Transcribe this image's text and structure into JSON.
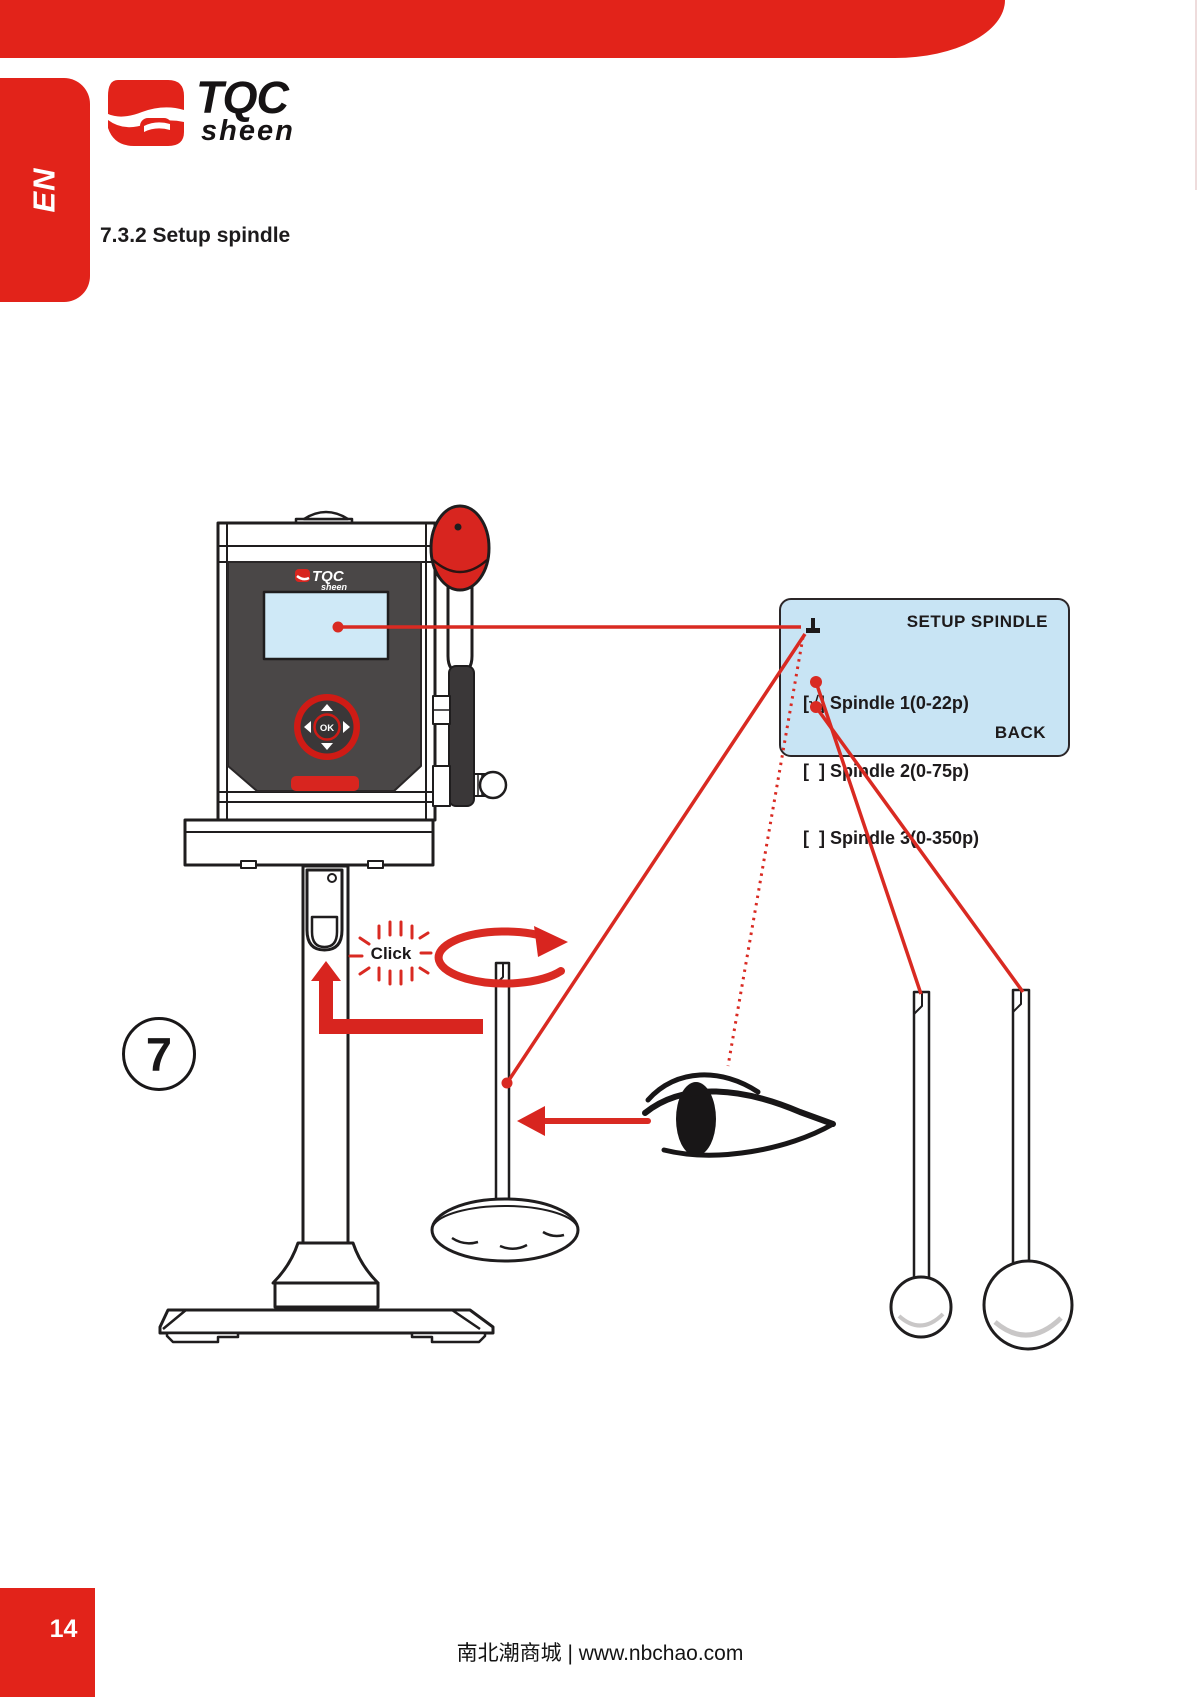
{
  "page": {
    "language_tab": "EN",
    "section_heading": "7.3.2 Setup spindle",
    "step_number": "7",
    "page_number": "14",
    "footer": "南北潮商城 | www.nbchao.com"
  },
  "logo": {
    "tqc": "TQC",
    "sheen": "sheen"
  },
  "device": {
    "ok_button": "OK"
  },
  "menu": {
    "title": "SETUP SPINDLE",
    "items": [
      {
        "checkbox": "[√]",
        "label": "Spindle 1(0-22p)"
      },
      {
        "checkbox": "[  ]",
        "label": "Spindle 2(0-75p)"
      },
      {
        "checkbox": "[  ]",
        "label": "Spindle 3(0-350p)"
      }
    ],
    "back": "BACK"
  },
  "annotations": {
    "click": "Click"
  },
  "colors": {
    "accent_red": "#e2231a",
    "line_red": "#d92a22",
    "screen_blue": "#cfe9f7",
    "menu_blue": "#c8e4f4",
    "panel_gray": "#4a4747"
  }
}
